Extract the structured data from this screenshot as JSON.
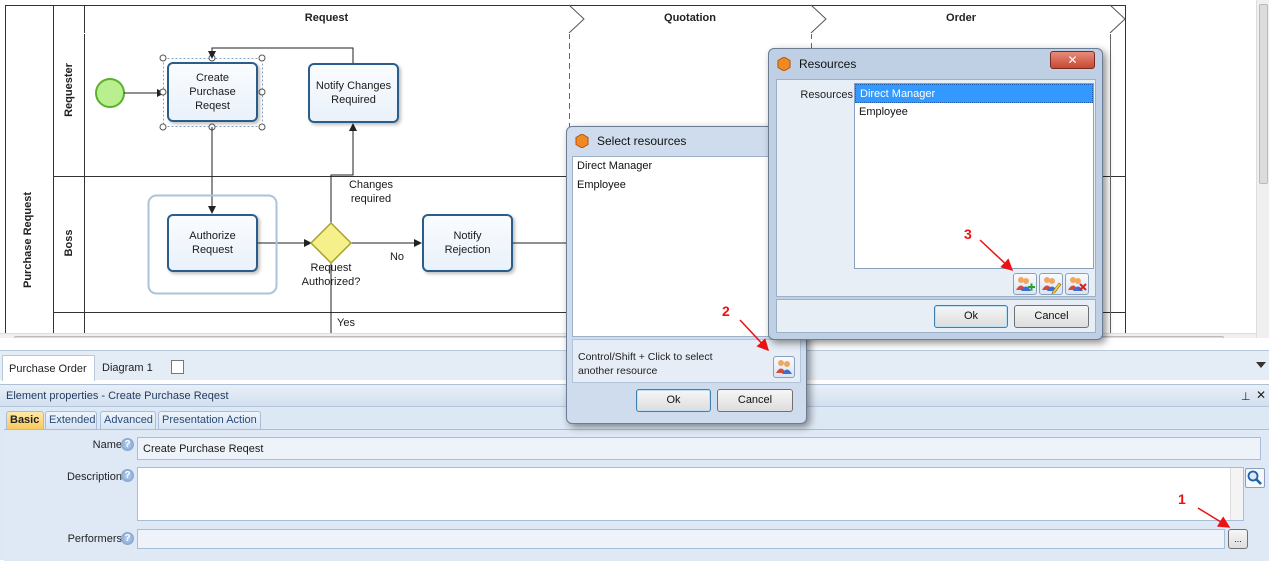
{
  "diagram": {
    "pool_label": "Purchase Request",
    "lanes": [
      "Requester",
      "Boss"
    ],
    "phases": [
      "Request",
      "Quotation",
      "Order"
    ],
    "tasks": {
      "create_purchase": "Create Purchase Reqest",
      "notify_changes": "Notify Changes Required",
      "authorize_request": "Authorize Request",
      "notify_rejection": "Notify Rejection"
    },
    "gateway_label": "Request Authorized?",
    "flow_labels": {
      "changes_required": "Changes required",
      "no": "No",
      "yes": "Yes"
    }
  },
  "doc_tabs": [
    "Purchase Order",
    "Diagram 1"
  ],
  "properties": {
    "title": "Element properties - Create Purchase Reqest",
    "tabs": [
      "Basic",
      "Extended",
      "Advanced",
      "Presentation Action"
    ],
    "active_tab": "Basic",
    "name_label": "Name",
    "name_value": "Create Purchase Reqest",
    "description_label": "Description",
    "description_value": "",
    "performers_label": "Performers",
    "performers_value": "",
    "browse_button": "..."
  },
  "select_resources_dialog": {
    "title": "Select resources",
    "items": [
      "Direct Manager",
      "Employee"
    ],
    "hint": "Control/Shift + Click to select another resource",
    "ok": "Ok",
    "cancel": "Cancel"
  },
  "resources_dialog": {
    "title": "Resources",
    "field_label": "Resources",
    "items": [
      "Direct Manager",
      "Employee"
    ],
    "selected": "Direct Manager",
    "ok": "Ok",
    "cancel": "Cancel",
    "close": "✕"
  },
  "annotations": [
    "1",
    "2",
    "3"
  ],
  "colors": {
    "annotation": "#ee1111",
    "task_border": "#2b5d8a",
    "selection": "#3399ff",
    "start_event": "#7bd442",
    "gateway": "#f5f08a"
  }
}
